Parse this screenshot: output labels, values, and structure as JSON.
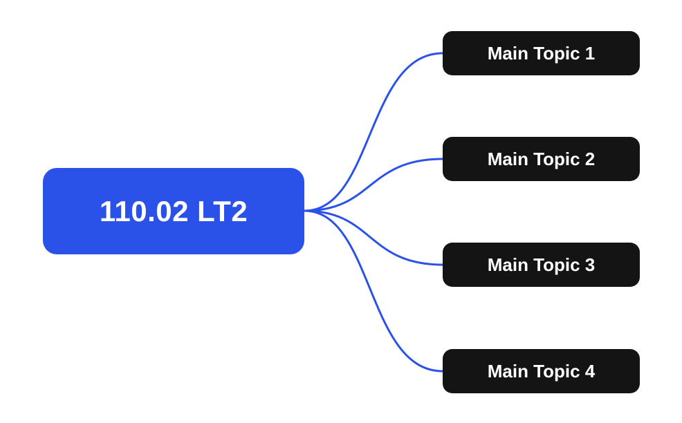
{
  "root": {
    "label": "110.02 LT2"
  },
  "topics": [
    {
      "label": "Main Topic 1"
    },
    {
      "label": "Main Topic 2"
    },
    {
      "label": "Main Topic 3"
    },
    {
      "label": "Main Topic 4"
    }
  ],
  "colors": {
    "root_bg": "#2b52e8",
    "topic_bg": "#141414",
    "connector": "#2b52e8",
    "text": "#ffffff",
    "background": "#ffffff"
  }
}
